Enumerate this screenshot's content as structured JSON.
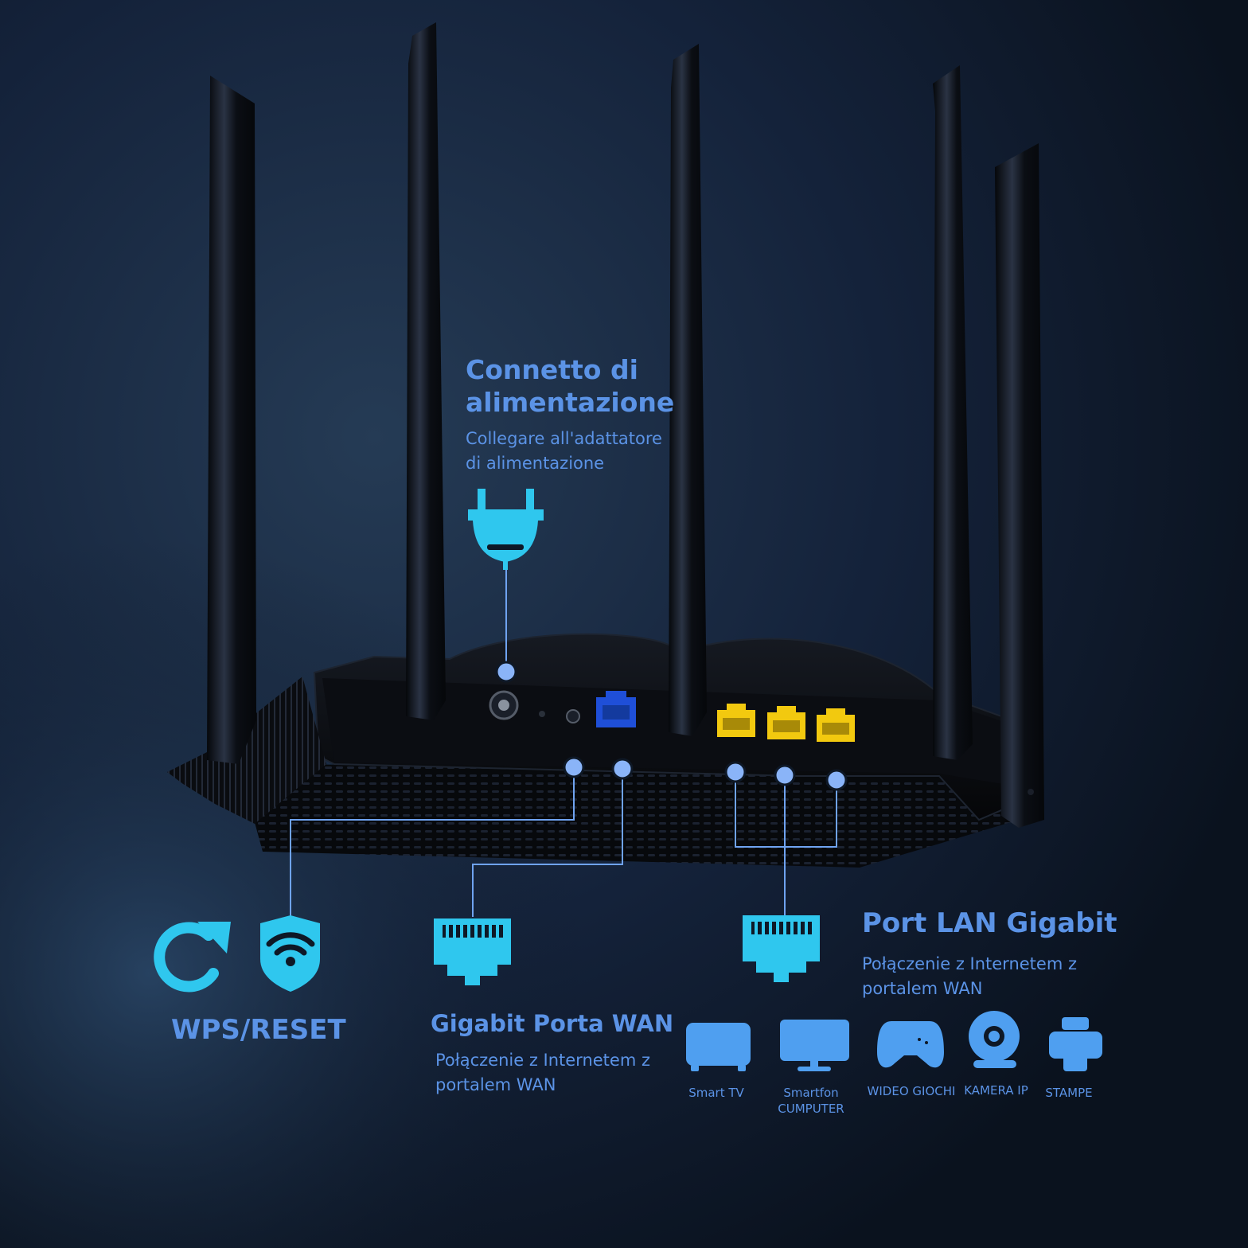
{
  "power": {
    "title_lines": [
      "Connetto di",
      "alimentazione"
    ],
    "subtitle_lines": [
      "Collegare all'adattatore",
      "di alimentazione"
    ]
  },
  "wps": {
    "title": "WPS/RESET"
  },
  "wan": {
    "title": "Gigabit Porta WAN",
    "subtitle_lines": [
      "Połączenie z Internetem z",
      "portalem WAN"
    ]
  },
  "lan": {
    "title": "Port LAN Gigabit",
    "subtitle_lines": [
      "Połączenie z Internetem z",
      "portalem WAN"
    ]
  },
  "devices": [
    {
      "label_lines": [
        "Smart TV"
      ],
      "icon": "tv-icon"
    },
    {
      "label_lines": [
        "Smartfon",
        "CUMPUTER"
      ],
      "icon": "monitor-icon"
    },
    {
      "label_lines": [
        "WIDEO GIOCHI"
      ],
      "icon": "gamepad-icon"
    },
    {
      "label_lines": [
        "KAMERA IP"
      ],
      "icon": "webcam-icon"
    },
    {
      "label_lines": [
        "STAMPE"
      ],
      "icon": "printer-icon"
    }
  ],
  "colors": {
    "background": "#0e1826",
    "accent_blue": "#5b93e6",
    "icon_cyan": "#2fc7ee",
    "lan_port_yellow": "#f2c90f",
    "wan_port_blue": "#1f4fd8",
    "router_body": "#0a0c10"
  }
}
